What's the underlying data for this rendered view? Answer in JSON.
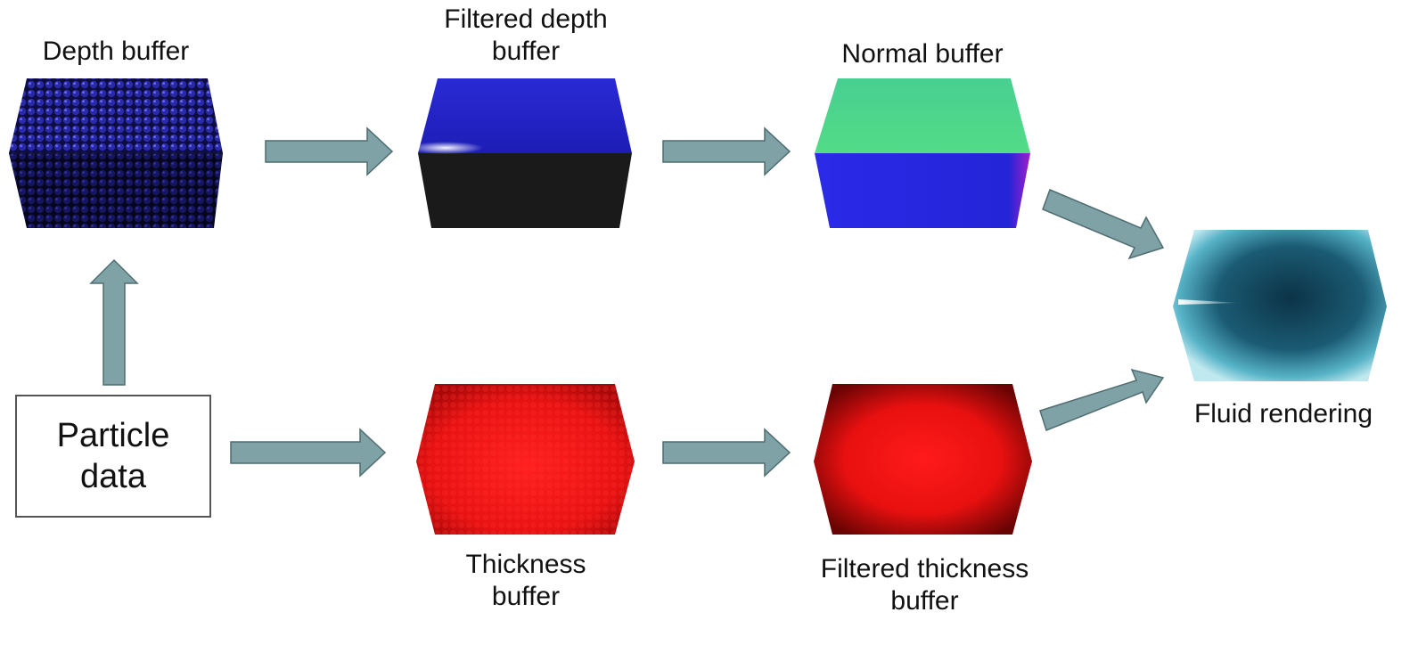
{
  "labels": {
    "depth_buffer": "Depth buffer",
    "filtered_depth_line1": "Filtered depth",
    "filtered_depth_line2": "buffer",
    "normal_buffer": "Normal buffer",
    "fluid_rendering": "Fluid rendering",
    "thickness_line1": "Thickness",
    "thickness_line2": "buffer",
    "filtered_thickness_line1": "Filtered thickness",
    "filtered_thickness_line2": "buffer",
    "particle_line1": "Particle",
    "particle_line2": "data"
  },
  "colors": {
    "arrow_fill": "#7fa2a6",
    "arrow_stroke": "#4f6d71",
    "depth_particles": "#1a1a8c",
    "filtered_depth_top": "#2323c8",
    "filtered_depth_side": "#1a1a1a",
    "normal_top": "#4cd68e",
    "normal_side": "#2626e0",
    "thickness": "#e01010",
    "fluid": "#1a5b73"
  }
}
